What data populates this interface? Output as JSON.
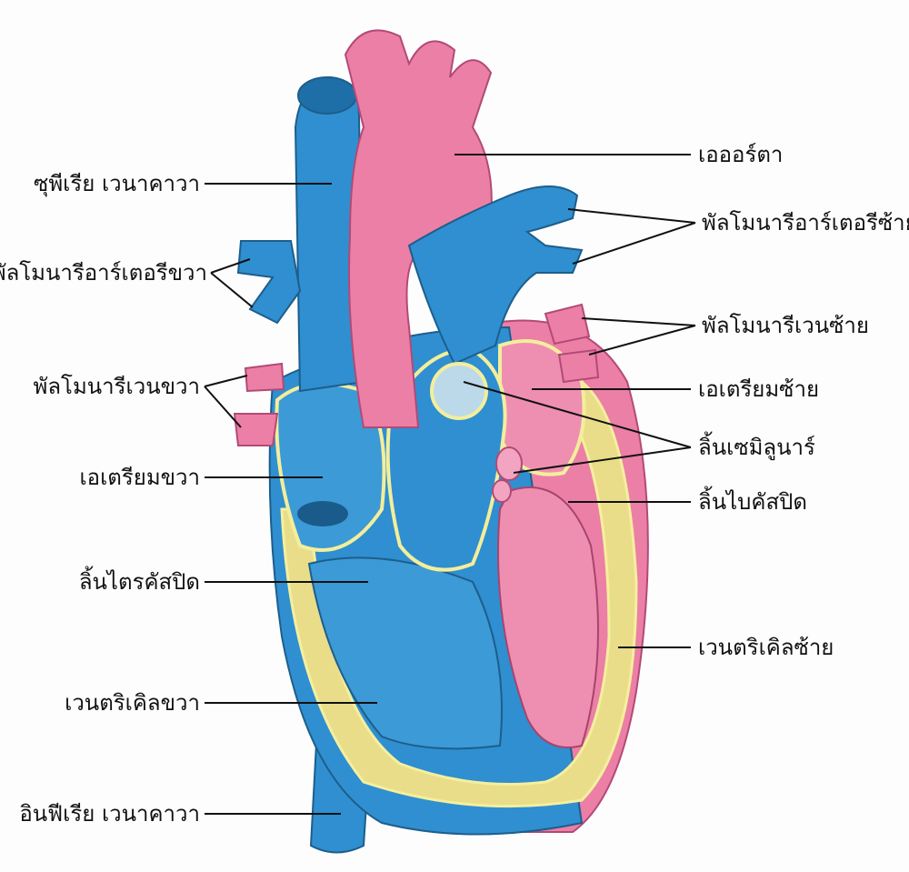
{
  "labels": {
    "superior_vena_cava": "ซุพีเรีย เวนาคาวา",
    "right_pulmonary_artery": "พัลโมนารีอาร์เตอรีขวา",
    "right_pulmonary_vein": "พัลโมนารีเวนขวา",
    "right_atrium": "เอเตรียมขวา",
    "tricuspid_valve": "ลิ้นไตรคัสปิด",
    "right_ventricle": "เวนตริเคิลขวา",
    "inferior_vena_cava": "อินฟีเรีย เวนาคาวา",
    "aorta": "เอออร์ตา",
    "left_pulmonary_artery": "พัลโมนารีอาร์เตอรีซ้าย",
    "left_pulmonary_vein": "พัลโมนารีเวนซ้าย",
    "left_atrium": "เอเตรียมซ้าย",
    "semilunar_valve": "ลิ้นเซมิลูนาร์",
    "bicuspid_valve": "ลิ้นไบคัสปิด",
    "left_ventricle": "เวนตริเคิลซ้าย"
  },
  "colors": {
    "deoxygenated": "#2f8fd0",
    "oxygenated": "#ec7fa6",
    "muscle": "#e9dd8a",
    "outline": "#1d5e8c"
  }
}
